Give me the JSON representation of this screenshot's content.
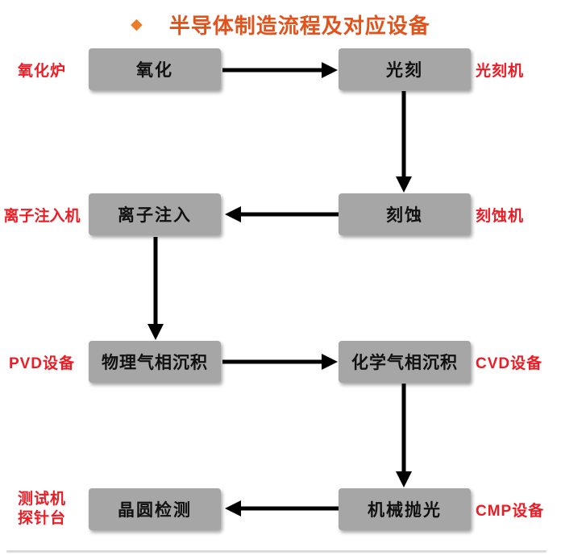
{
  "title": {
    "icon": "◆",
    "text": "半导体制造流程及对应设备"
  },
  "colors": {
    "title_orange": "#e2531c",
    "diamond_orange": "#e87e2b",
    "label_red": "#ed1c24",
    "node_gray": "#a6a6a6",
    "arrow_black": "#000000"
  },
  "nodes": [
    {
      "id": "oxidation",
      "label": "氧化",
      "equipment": "氧化炉",
      "equipment_side": "left"
    },
    {
      "id": "lithography",
      "label": "光刻",
      "equipment": "光刻机",
      "equipment_side": "right"
    },
    {
      "id": "ion-implantation",
      "label": "离子注入",
      "equipment": "离子注入机",
      "equipment_side": "left"
    },
    {
      "id": "etching",
      "label": "刻蚀",
      "equipment": "刻蚀机",
      "equipment_side": "right"
    },
    {
      "id": "pvd",
      "label": "物理气相沉积",
      "equipment": "PVD设备",
      "equipment_side": "left"
    },
    {
      "id": "cvd",
      "label": "化学气相沉积",
      "equipment": "CVD设备",
      "equipment_side": "right"
    },
    {
      "id": "wafer-test",
      "label": "晶圆检测",
      "equipment": "测试机",
      "equipment2": "探针台",
      "equipment_side": "left"
    },
    {
      "id": "cmp",
      "label": "机械抛光",
      "equipment": "CMP设备",
      "equipment_side": "right"
    }
  ],
  "edges": [
    {
      "from": "氧化",
      "to": "光刻"
    },
    {
      "from": "光刻",
      "to": "刻蚀"
    },
    {
      "from": "刻蚀",
      "to": "离子注入"
    },
    {
      "from": "离子注入",
      "to": "物理气相沉积"
    },
    {
      "from": "物理气相沉积",
      "to": "化学气相沉积"
    },
    {
      "from": "化学气相沉积",
      "to": "机械抛光"
    },
    {
      "from": "机械抛光",
      "to": "晶圆检测"
    }
  ]
}
